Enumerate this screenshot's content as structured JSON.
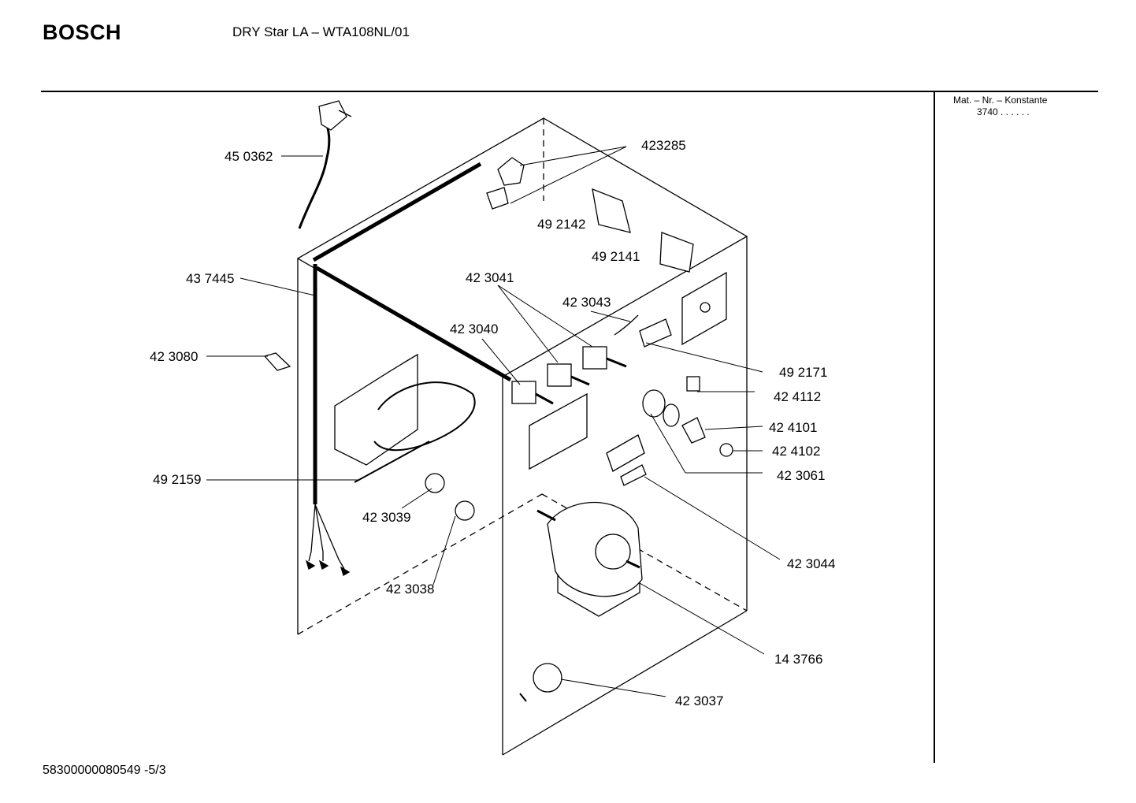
{
  "header": {
    "brand": "BOSCH",
    "model": "DRY Star LA – WTA108NL/01"
  },
  "konstante": {
    "label": "Mat. – Nr. – Konstante",
    "value": "3740  .  .  .  .  .  ."
  },
  "footer": {
    "document_number": "58300000080549 -5/3"
  },
  "parts": [
    {
      "id": "p450362",
      "number": "45 0362"
    },
    {
      "id": "p423285",
      "number": "423285"
    },
    {
      "id": "p492142",
      "number": "49 2142"
    },
    {
      "id": "p492141",
      "number": "49 2141"
    },
    {
      "id": "p437445",
      "number": "43 7445"
    },
    {
      "id": "p423041",
      "number": "42 3041"
    },
    {
      "id": "p423043",
      "number": "42 3043"
    },
    {
      "id": "p423040",
      "number": "42 3040"
    },
    {
      "id": "p423080",
      "number": "42 3080"
    },
    {
      "id": "p492171",
      "number": "49 2171"
    },
    {
      "id": "p424112",
      "number": "42 4112"
    },
    {
      "id": "p424101",
      "number": "42 4101"
    },
    {
      "id": "p424102",
      "number": "42 4102"
    },
    {
      "id": "p423061",
      "number": "42 3061"
    },
    {
      "id": "p492159",
      "number": "49 2159"
    },
    {
      "id": "p423039",
      "number": "42 3039"
    },
    {
      "id": "p423044",
      "number": "42 3044"
    },
    {
      "id": "p423038",
      "number": "42 3038"
    },
    {
      "id": "p143766",
      "number": "14 3766"
    },
    {
      "id": "p423037",
      "number": "42 3037"
    }
  ]
}
